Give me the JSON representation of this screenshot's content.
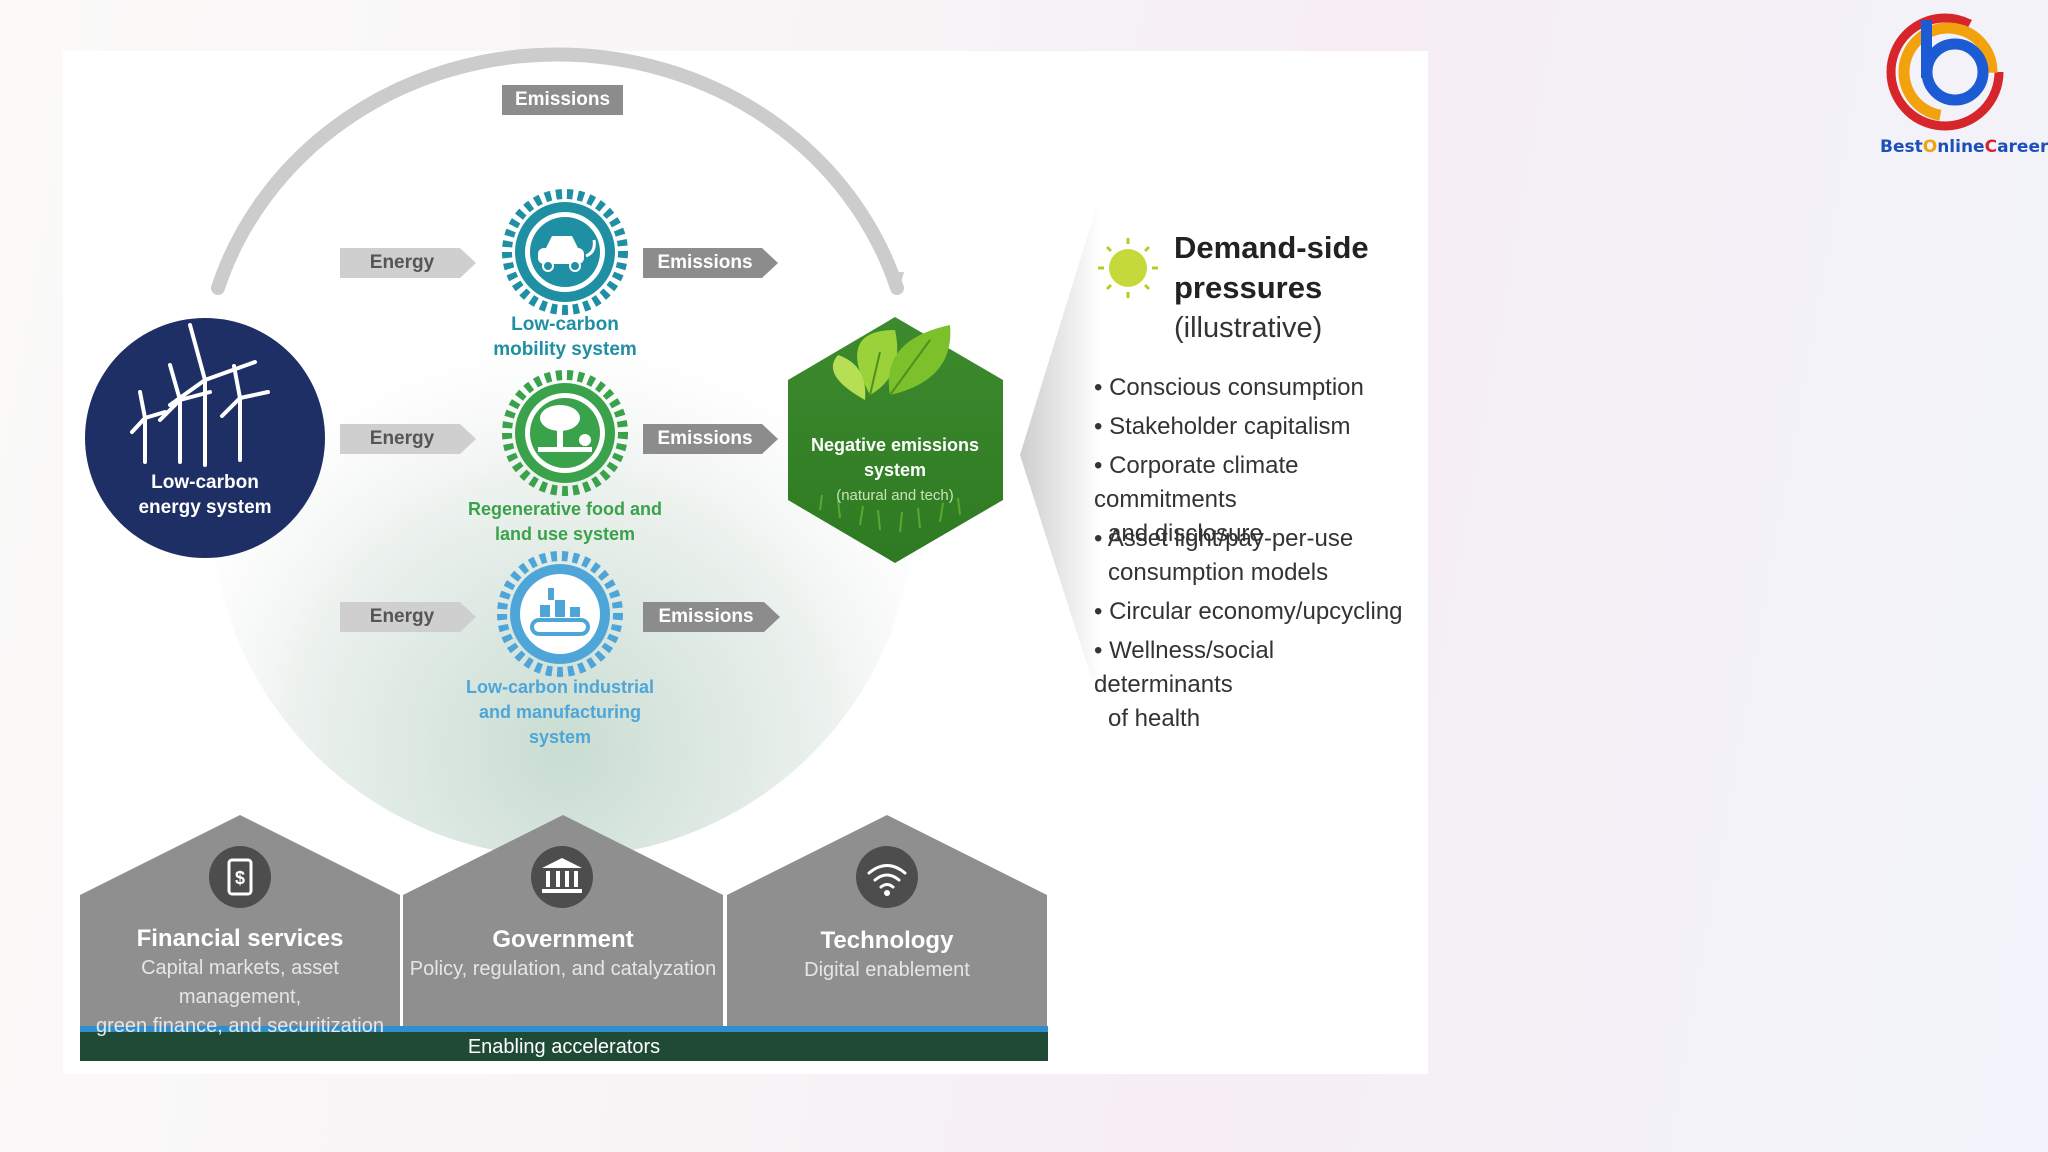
{
  "diagram": {
    "top_arc_label": "Emissions",
    "energy_system": {
      "line1": "Low-carbon",
      "line2": "energy system"
    },
    "rows": [
      {
        "input": "Energy",
        "output": "Emissions",
        "line1": "Low-carbon",
        "line2": "mobility system",
        "line3": "",
        "color": "#1f8fa3"
      },
      {
        "input": "Energy",
        "output": "Emissions",
        "line1": "Regenerative food and",
        "line2": "land use system",
        "line3": "",
        "color": "#3aa24a"
      },
      {
        "input": "Energy",
        "output": "Emissions",
        "line1": "Low-carbon industrial",
        "line2": "and manufacturing",
        "line3": "system",
        "color": "#4ea6d8"
      }
    ],
    "negative": {
      "line1": "Negative emissions",
      "line2": "system",
      "line3": "(natural and tech)"
    },
    "demand": {
      "title1": "Demand-side",
      "title2": "pressures",
      "subtitle": "(illustrative)",
      "items": [
        {
          "l1": "Conscious consumption",
          "l2": ""
        },
        {
          "l1": "Stakeholder capitalism",
          "l2": ""
        },
        {
          "l1": "Corporate climate commitments",
          "l2": "and  disclosure"
        },
        {
          "l1": "Asset light/pay-per-use",
          "l2": "consumption models"
        },
        {
          "l1": "Circular economy/upcycling",
          "l2": ""
        },
        {
          "l1": "Wellness/social determinants",
          "l2": "of health"
        }
      ]
    },
    "accelerators": [
      {
        "title": "Financial services",
        "d1": "Capital markets, asset management,",
        "d2": "green finance, and securitization",
        "icon": "dollar-phone-icon"
      },
      {
        "title": "Government",
        "d1": "Policy, regulation, and catalyzation",
        "d2": "",
        "icon": "bank-building-icon"
      },
      {
        "title": "Technology",
        "d1": "Digital enablement",
        "d2": "",
        "icon": "wifi-icon"
      }
    ],
    "enabling_label": "Enabling accelerators"
  },
  "brand": {
    "part1": "Best",
    "part2": "O",
    "part3": "nline",
    "part4": "C",
    "part5": "areer"
  },
  "colors": {
    "navy": "#1e2f66",
    "green": "#3d8a2e",
    "dark_green": "#1f4a35",
    "blue_bar": "#2f8fce",
    "gray_house": "#8f8f8f",
    "arrow_gray": "#cfcfcf"
  }
}
